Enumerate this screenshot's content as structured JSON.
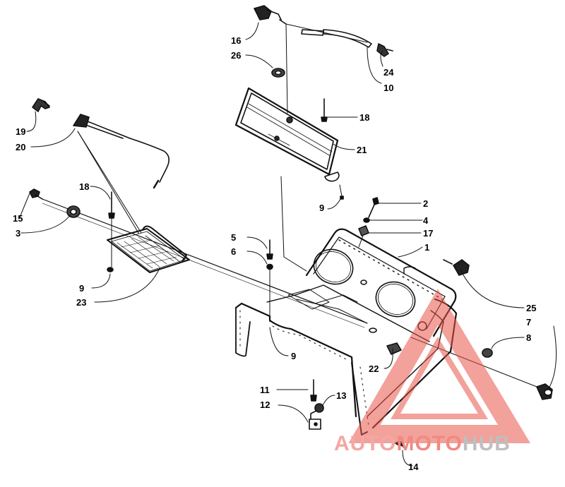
{
  "diagram": {
    "parts": [
      {
        "id": "p16",
        "number": "16"
      },
      {
        "id": "p26",
        "number": "26"
      },
      {
        "id": "p24",
        "number": "24"
      },
      {
        "id": "p10",
        "number": "10"
      },
      {
        "id": "p18a",
        "number": "18"
      },
      {
        "id": "p19",
        "number": "19"
      },
      {
        "id": "p20",
        "number": "20"
      },
      {
        "id": "p21",
        "number": "21"
      },
      {
        "id": "p18b",
        "number": "18"
      },
      {
        "id": "p15",
        "number": "15"
      },
      {
        "id": "p3",
        "number": "3"
      },
      {
        "id": "p9a",
        "number": "9"
      },
      {
        "id": "p2",
        "number": "2"
      },
      {
        "id": "p4",
        "number": "4"
      },
      {
        "id": "p17",
        "number": "17"
      },
      {
        "id": "p1",
        "number": "1"
      },
      {
        "id": "p5",
        "number": "5"
      },
      {
        "id": "p6",
        "number": "6"
      },
      {
        "id": "p9b",
        "number": "9"
      },
      {
        "id": "p23",
        "number": "23"
      },
      {
        "id": "p25",
        "number": "25"
      },
      {
        "id": "p7",
        "number": "7"
      },
      {
        "id": "p8",
        "number": "8"
      },
      {
        "id": "p9c",
        "number": "9"
      },
      {
        "id": "p22",
        "number": "22"
      },
      {
        "id": "p11",
        "number": "11"
      },
      {
        "id": "p13",
        "number": "13"
      },
      {
        "id": "p12",
        "number": "12"
      },
      {
        "id": "p14",
        "number": "14"
      }
    ]
  },
  "watermark": {
    "part1": "AUTO",
    "part2": "MOTO",
    "part3": "HUB",
    "accent_color": "#e8554a"
  }
}
